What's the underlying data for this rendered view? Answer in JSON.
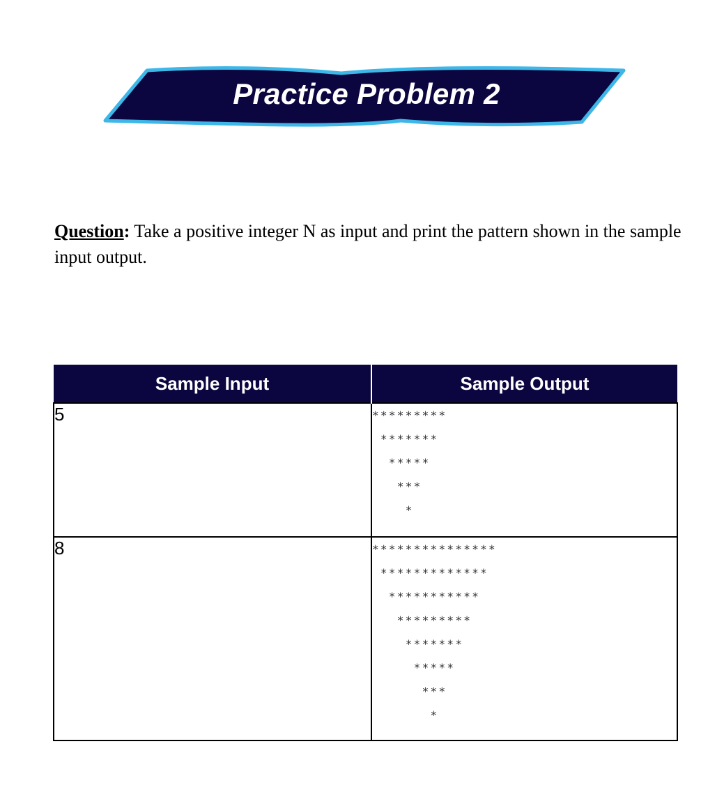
{
  "banner": {
    "title": "Practice Problem 2",
    "fill_color": "#0b0640",
    "border_color": "#3db6e8"
  },
  "question": {
    "label": "Question",
    "colon": ":",
    "text": " Take a positive integer N as input and print the pattern shown in the sample input output."
  },
  "table": {
    "headers": [
      "Sample Input",
      "Sample Output"
    ],
    "header_color": "#0b0640",
    "rows": [
      {
        "input": "5",
        "output": [
          "*********",
          " *******",
          "  *****",
          "   ***",
          "    *"
        ]
      },
      {
        "input": "8",
        "output": [
          "***************",
          " *************",
          "  ***********",
          "   *********",
          "    *******",
          "     *****",
          "      ***",
          "       *"
        ]
      }
    ]
  }
}
